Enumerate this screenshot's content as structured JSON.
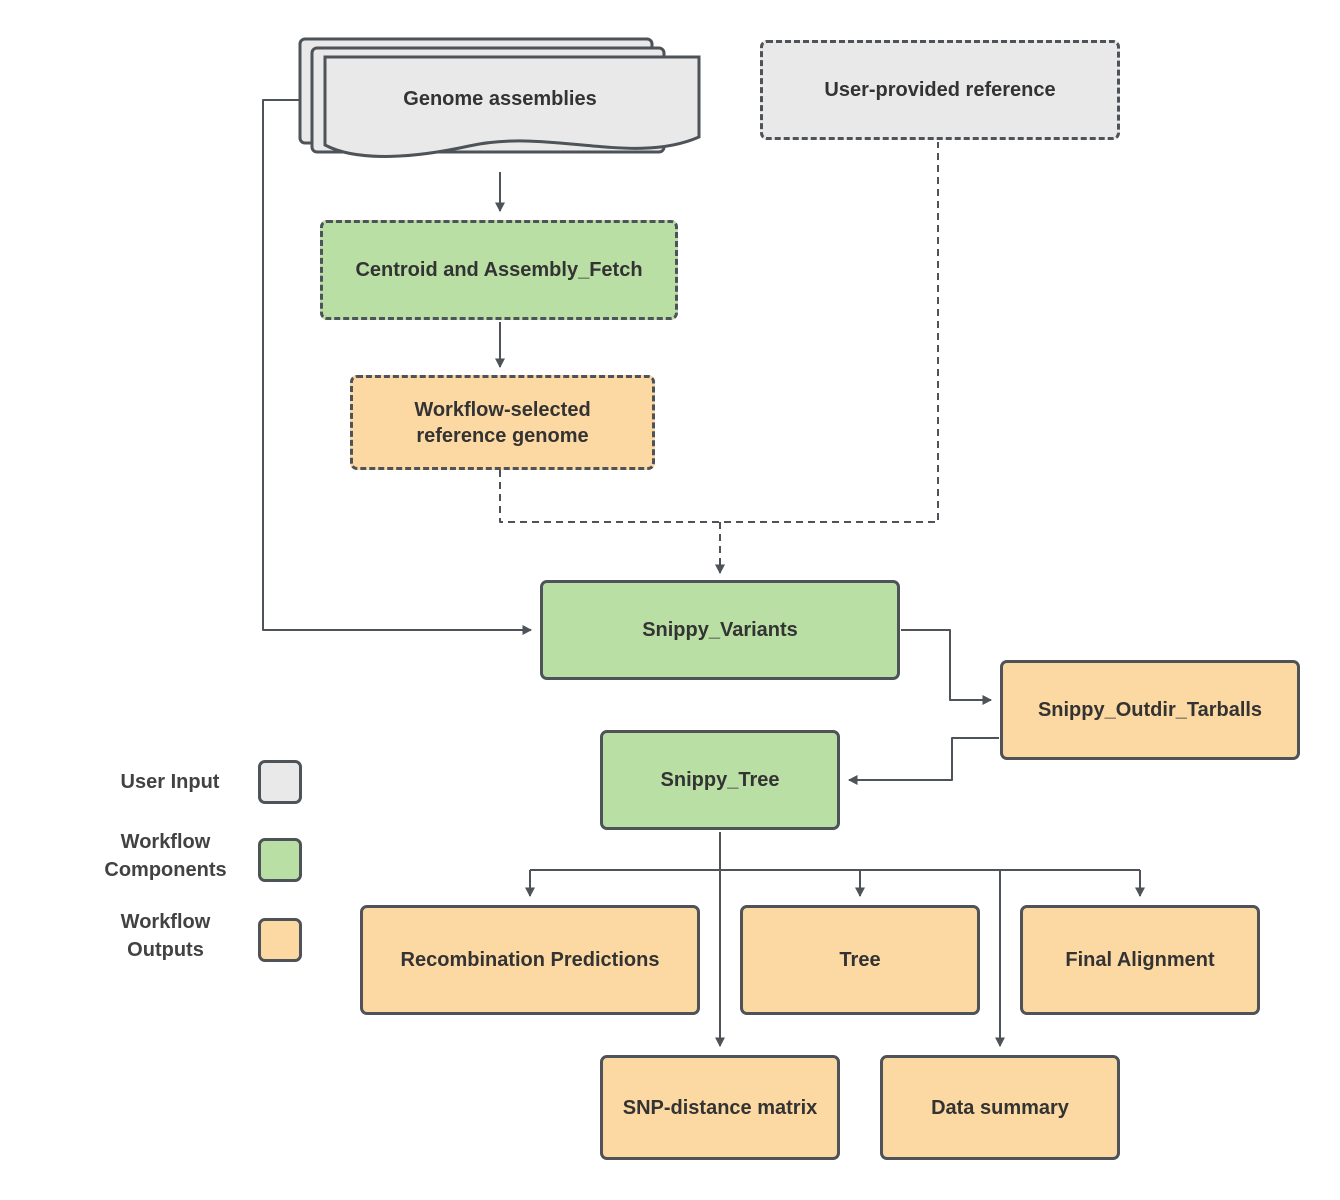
{
  "nodes": {
    "genome_assemblies": {
      "label": "Genome assemblies"
    },
    "user_reference": {
      "label": "User-provided reference"
    },
    "centroid_fetch": {
      "label": "Centroid and Assembly_Fetch"
    },
    "workflow_reference": {
      "label": "Workflow-selected reference genome"
    },
    "snippy_variants": {
      "label": "Snippy_Variants"
    },
    "snippy_outdir_tarballs": {
      "label": "Snippy_Outdir_Tarballs"
    },
    "snippy_tree": {
      "label": "Snippy_Tree"
    },
    "recombination_predictions": {
      "label": "Recombination Predictions"
    },
    "tree": {
      "label": "Tree"
    },
    "final_alignment": {
      "label": "Final Alignment"
    },
    "snp_distance_matrix": {
      "label": "SNP-distance matrix"
    },
    "data_summary": {
      "label": "Data summary"
    }
  },
  "legend": {
    "user_input": {
      "label": "User Input",
      "color": "#e9e9e9"
    },
    "workflow_components": {
      "label": "Workflow Components",
      "color": "#b9dfa4"
    },
    "workflow_outputs": {
      "label": "Workflow Outputs",
      "color": "#fcd8a2"
    }
  },
  "colors": {
    "user_input_fill": "#e9e9e9",
    "component_fill": "#b9dfa4",
    "output_fill": "#fcd8a2",
    "border": "#4d5358",
    "text": "#333333"
  }
}
